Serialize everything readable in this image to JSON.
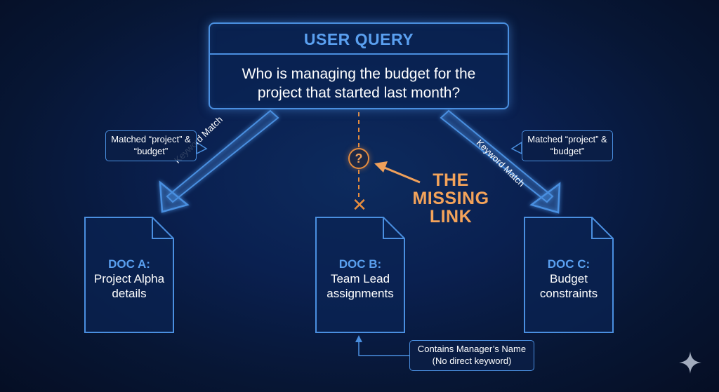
{
  "query": {
    "title": "USER QUERY",
    "text": "Who is managing the budget for the project that started last month?"
  },
  "edges": {
    "left_label": "Keyword Match",
    "right_label": "Keyword Match"
  },
  "callouts": {
    "left": "Matched “project” & “budget”",
    "right": "Matched “project” & “budget”",
    "bottom_line1": "Contains Manager’s Name",
    "bottom_line2": "(No direct keyword)"
  },
  "missing_link": {
    "line1": "THE",
    "line2": "MISSING",
    "line3": "LINK",
    "symbol": "?",
    "cross": "✕"
  },
  "docs": [
    {
      "label": "DOC A:",
      "line1": "Project Alpha",
      "line2": "details"
    },
    {
      "label": "DOC B:",
      "line1": "Team Lead",
      "line2": "assignments"
    },
    {
      "label": "DOC C:",
      "line1": "Budget",
      "line2": "constraints"
    }
  ],
  "colors": {
    "accent": "#4a8fe0",
    "label_blue": "#5aa0f0",
    "orange": "#e58c3e",
    "background": "#0a2050"
  },
  "icons": {
    "watermark": "sparkle-icon"
  }
}
